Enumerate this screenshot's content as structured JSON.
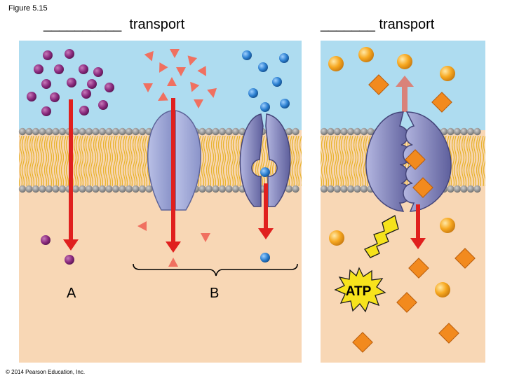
{
  "figure": {
    "label": "Figure 5.15"
  },
  "titles": {
    "left": "__________  transport",
    "right": "_______ transport"
  },
  "panels": {
    "a_label": "A",
    "b_label": "B",
    "atp_label": "ATP"
  },
  "colors": {
    "extracellular": "#aedcf0",
    "cytoplasm": "#f8d7b5",
    "arrow": "#e0201e",
    "membrane_head": "#8f8f8f",
    "tail": "#e8b430",
    "channel_protein": "#9da7d4",
    "carrier_protein": "#7d7fb8",
    "purple_molecule": "#8a2a7e",
    "red_triangle": "#f07060",
    "blue_molecule": "#2b7fd0",
    "orange_sphere": "#f7a820",
    "orange_diamond": "#f28a1e",
    "lightning": "#f5e21b",
    "atp_burst": "#f7e31c"
  },
  "copyright": "© 2014 Pearson Education, Inc."
}
